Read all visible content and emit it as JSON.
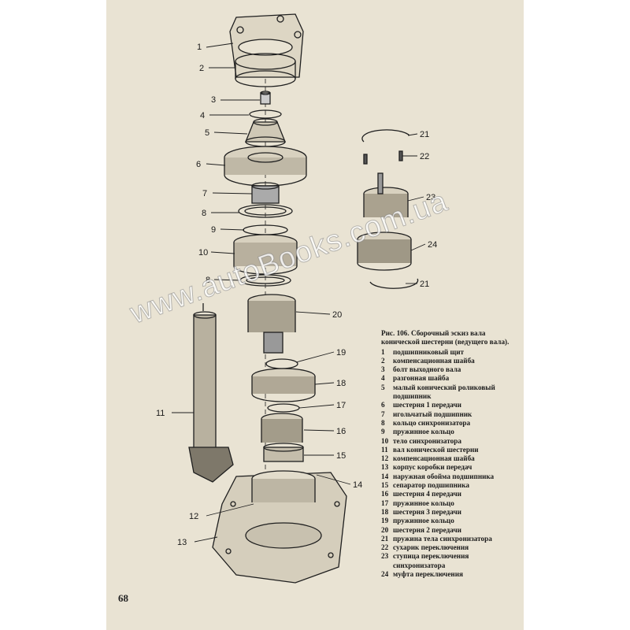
{
  "page_number": "68",
  "watermark": "www.autoBooks.com.ua",
  "callouts": [
    "1",
    "2",
    "3",
    "4",
    "5",
    "6",
    "7",
    "8",
    "9",
    "10",
    "8",
    "20",
    "19",
    "18",
    "17",
    "16",
    "15",
    "14",
    "12",
    "13",
    "11",
    "21",
    "22",
    "23",
    "24",
    "21"
  ],
  "caption": {
    "title": "Рис. 106. Сборочный эскиз вала конической шестерни (ведущего вала).",
    "items": [
      {
        "num": "1",
        "text": "подшипниковый щит"
      },
      {
        "num": "2",
        "text": "компенсационная шайба"
      },
      {
        "num": "3",
        "text": "болт выходного вала"
      },
      {
        "num": "4",
        "text": "разгонная шайба"
      },
      {
        "num": "5",
        "text": "малый конический роликовый"
      },
      {
        "num": "",
        "text": "подшипник"
      },
      {
        "num": "6",
        "text": "шестерня 1 передачи"
      },
      {
        "num": "7",
        "text": "игольчатый подшипник"
      },
      {
        "num": "8",
        "text": "кольцо синхронизатора"
      },
      {
        "num": "9",
        "text": "пружинное кольцо"
      },
      {
        "num": "10",
        "text": "тело синхронизатора"
      },
      {
        "num": "11",
        "text": "вал конической шестерни"
      },
      {
        "num": "12",
        "text": "компенсационная шайба"
      },
      {
        "num": "13",
        "text": "корпус коробки передач"
      },
      {
        "num": "14",
        "text": "наружная обойма подшипника"
      },
      {
        "num": "15",
        "text": "сепаратор подшипника"
      },
      {
        "num": "16",
        "text": "шестерня 4 передачи"
      },
      {
        "num": "17",
        "text": "пружинное кольцо"
      },
      {
        "num": "18",
        "text": "шестерня 3 передачи"
      },
      {
        "num": "19",
        "text": "пружинное кольцо"
      },
      {
        "num": "20",
        "text": "шестерня 2 передачи"
      },
      {
        "num": "21",
        "text": "пружина тела синхронизатора"
      },
      {
        "num": "22",
        "text": "сухарик переключения"
      },
      {
        "num": "23",
        "text": "ступица переключения"
      },
      {
        "num": "",
        "text": "синхронизатора"
      },
      {
        "num": "24",
        "text": "муфта переключения"
      }
    ]
  }
}
